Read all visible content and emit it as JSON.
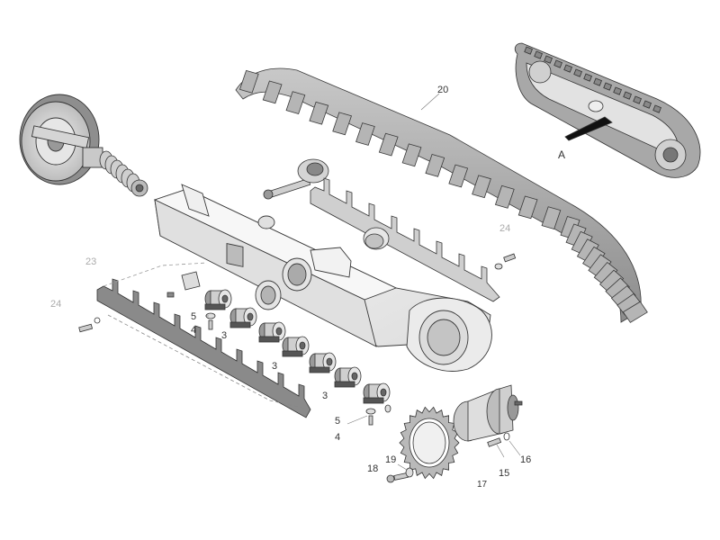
{
  "callouts": {
    "20": "20",
    "A": "A",
    "24_right": "24",
    "23": "23",
    "24_left": "24",
    "5_top": "5",
    "4_top": "4",
    "3_a": "3",
    "3_b": "3",
    "3_c": "3",
    "5_bottom": "5",
    "4_bottom": "4",
    "18": "18",
    "19": "19",
    "17": "17",
    "15": "15",
    "16": "16"
  },
  "colors": {
    "stroke": "#3a3a3a",
    "track_fill": "#9a9a9a",
    "frame_fill": "#ececec",
    "part_fill": "#d8d8d8",
    "dark_fill": "#555555"
  },
  "icons": [
    "track-chain",
    "idler-wheel",
    "track-frame",
    "roller",
    "drive-sprocket",
    "travel-motor",
    "chain-guard",
    "bolt",
    "washer",
    "undercarriage-thumbnail"
  ]
}
